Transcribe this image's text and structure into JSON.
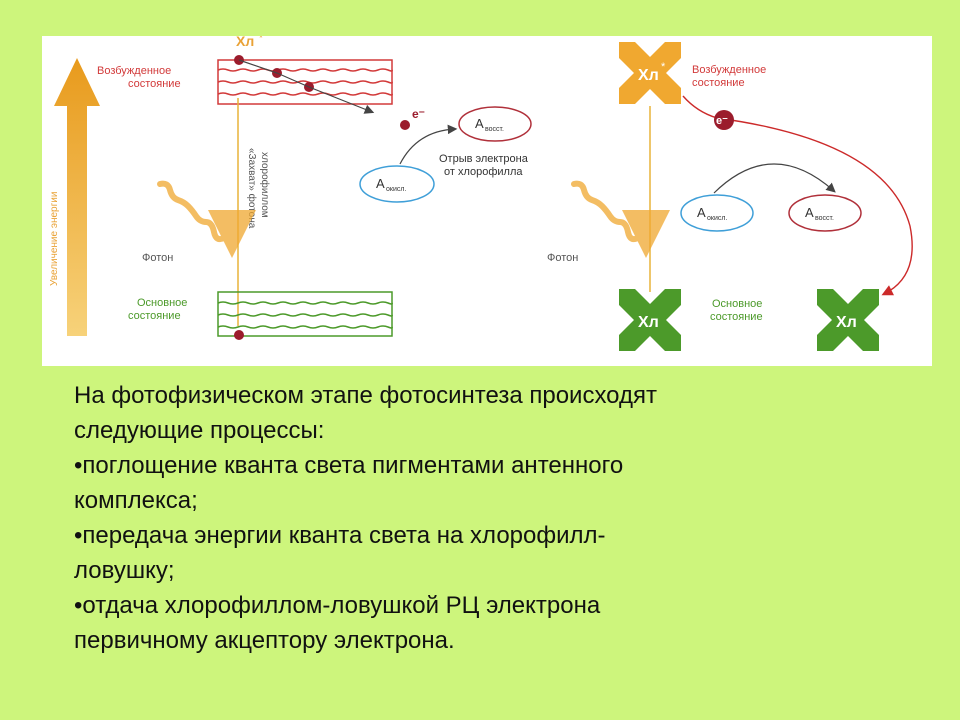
{
  "diagram": {
    "energy_axis_label": "Увеличение энергии",
    "left": {
      "chl_label": "Хл",
      "chl_star": "*",
      "excited_line1": "Возбужденное",
      "excited_line2": "состояние",
      "ground_line1": "Основное",
      "ground_line2": "состояние",
      "photon_label": "Фотон",
      "capture_line1": "«Захват» фотона",
      "capture_line2": "хлорофиллом",
      "electron_label": "e⁻",
      "acceptor_red_label": "А",
      "acceptor_red_sub": "восст.",
      "acceptor_blue_label": "А",
      "acceptor_blue_sub": "окисл.",
      "detach_line1": "Отрыв электрона",
      "detach_line2": "от хлорофилла"
    },
    "right": {
      "chl_top_label": "Хл",
      "chl_top_star": "*",
      "excited_line1": "Возбужденное",
      "excited_line2": "состояние",
      "electron_label": "e⁻",
      "acceptor_blue_label": "А",
      "acceptor_blue_sub": "окисл.",
      "acceptor_red_label": "А",
      "acceptor_red_sub": "восст.",
      "photon_label": "Фотон",
      "chl_bottom_label": "Хл",
      "ground_line1": "Основное",
      "ground_line2": "состояние",
      "chl_right_label": "Хл"
    },
    "colors": {
      "red": "#cc2a2a",
      "green": "#4c9a2a",
      "orange": "#f0a830",
      "blue": "#3f9fd8",
      "dark_red": "#8b1a24",
      "gray": "#555555"
    }
  },
  "text": {
    "intro_line1": "На фотофизическом этапе фотосинтеза происходят",
    "intro_line2": "следующие процессы:",
    "bullet1_line1": "•поглощение кванта света пигментами антенного",
    "bullet1_line2": "комплекса;",
    "bullet2_line1": "•передача энергии кванта света на хлорофилл-",
    "bullet2_line2": "ловушку;",
    "bullet3_line1": "•отдача хлорофиллом-ловушкой РЦ электрона",
    "bullet3_line2": "первичному акцептору электрона."
  }
}
